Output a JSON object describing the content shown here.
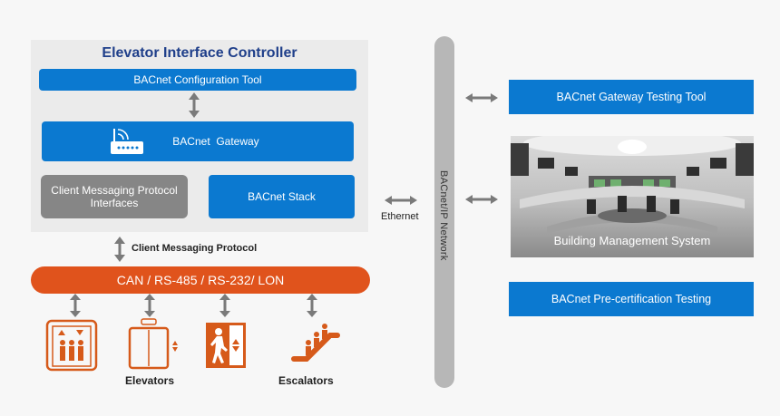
{
  "controller": {
    "title": "Elevator Interface Controller",
    "config_tool": "BACnet Configuration Tool",
    "gateway": "BACnet  Gateway",
    "client_interfaces": "Client Messaging Protocol Interfaces",
    "stack": "BACnet Stack"
  },
  "client_protocol_label": "Client Messaging Protocol",
  "bus_label": "CAN / RS-485 / RS-232/ LON",
  "ethernet_label": "Ethernet",
  "network_label": "BACnet/IP Network",
  "right": {
    "gateway_testing": "BACnet Gateway Testing Tool",
    "bms": "Building Management System",
    "precert": "BACnet Pre-certification Testing"
  },
  "devices": {
    "elevators_label": "Elevators",
    "escalators_label": "Escalators"
  },
  "colors": {
    "blue": "#0b79d0",
    "grey": "#868686",
    "orange": "#e0531c",
    "icon_orange": "#d65a1a",
    "title_navy": "#1f3f8a"
  }
}
